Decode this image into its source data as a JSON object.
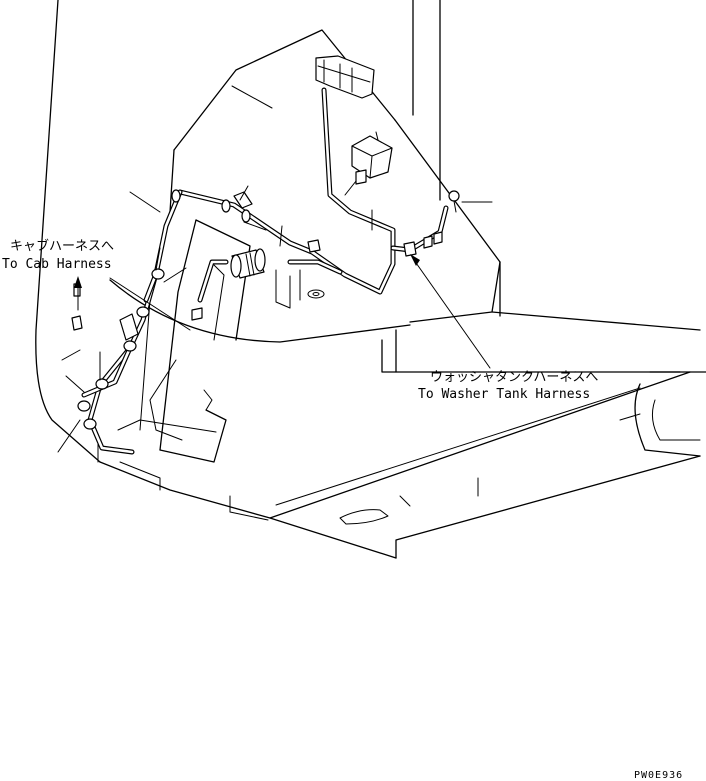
{
  "labels": {
    "cab_harness_jp": "キャブハーネスへ",
    "cab_harness_en": "To Cab Harness",
    "washer_harness_jp": "ウォッシャタンクハーネスへ",
    "washer_harness_en": "To Washer Tank Harness"
  },
  "drawing_code": "PW0E936"
}
